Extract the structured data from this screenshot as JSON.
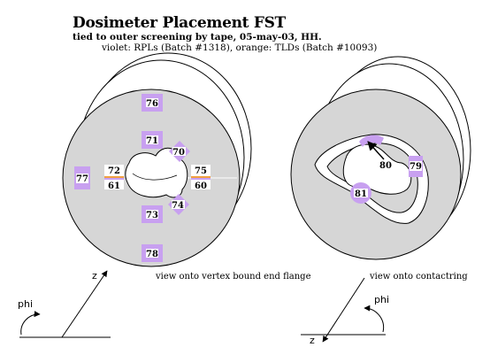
{
  "title": "Dosimeter Placement FST",
  "subtitle_line1": "tied to outer screening by tape, 05-may-03, HH.",
  "subtitle_line2": "violet: RPLs (Batch #1318), orange: TLDs (Batch #10093)",
  "colors": {
    "flange_gray": "#d6d6d6",
    "rpl_violet": "#c8a0f0",
    "tld_orange": "#f0a040",
    "outline": "#000000"
  },
  "left_view": {
    "caption": "view onto vertex bound end flange",
    "dosimeters": {
      "d76": "76",
      "d71": "71",
      "d70": "70",
      "d72": "72",
      "d61": "61",
      "d75": "75",
      "d60": "60",
      "d77": "77",
      "d73": "73",
      "d74": "74",
      "d78": "78"
    },
    "axes": {
      "z_label": "z",
      "phi_label": "phi"
    }
  },
  "right_view": {
    "caption": "view onto contactring",
    "dosimeters": {
      "d80": "80",
      "d79": "79",
      "d81": "81"
    },
    "axes": {
      "z_label": "z",
      "phi_label": "phi"
    }
  }
}
